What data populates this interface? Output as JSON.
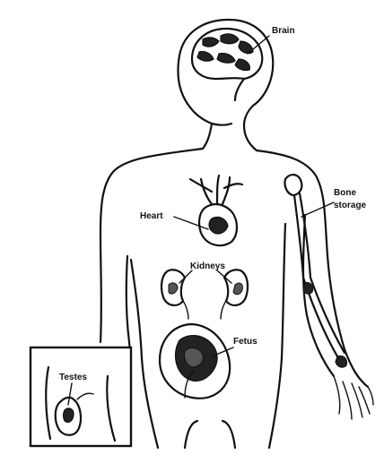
{
  "labels": {
    "brain": "Brain",
    "heart": "Heart",
    "kidneys": "Kidneys",
    "fetus": "Fetus",
    "testes": "Testes",
    "bone_storage_line1": "Bone",
    "bone_storage_line2": "storage"
  },
  "colors": {
    "ink": "#111111",
    "background": "#ffffff"
  }
}
